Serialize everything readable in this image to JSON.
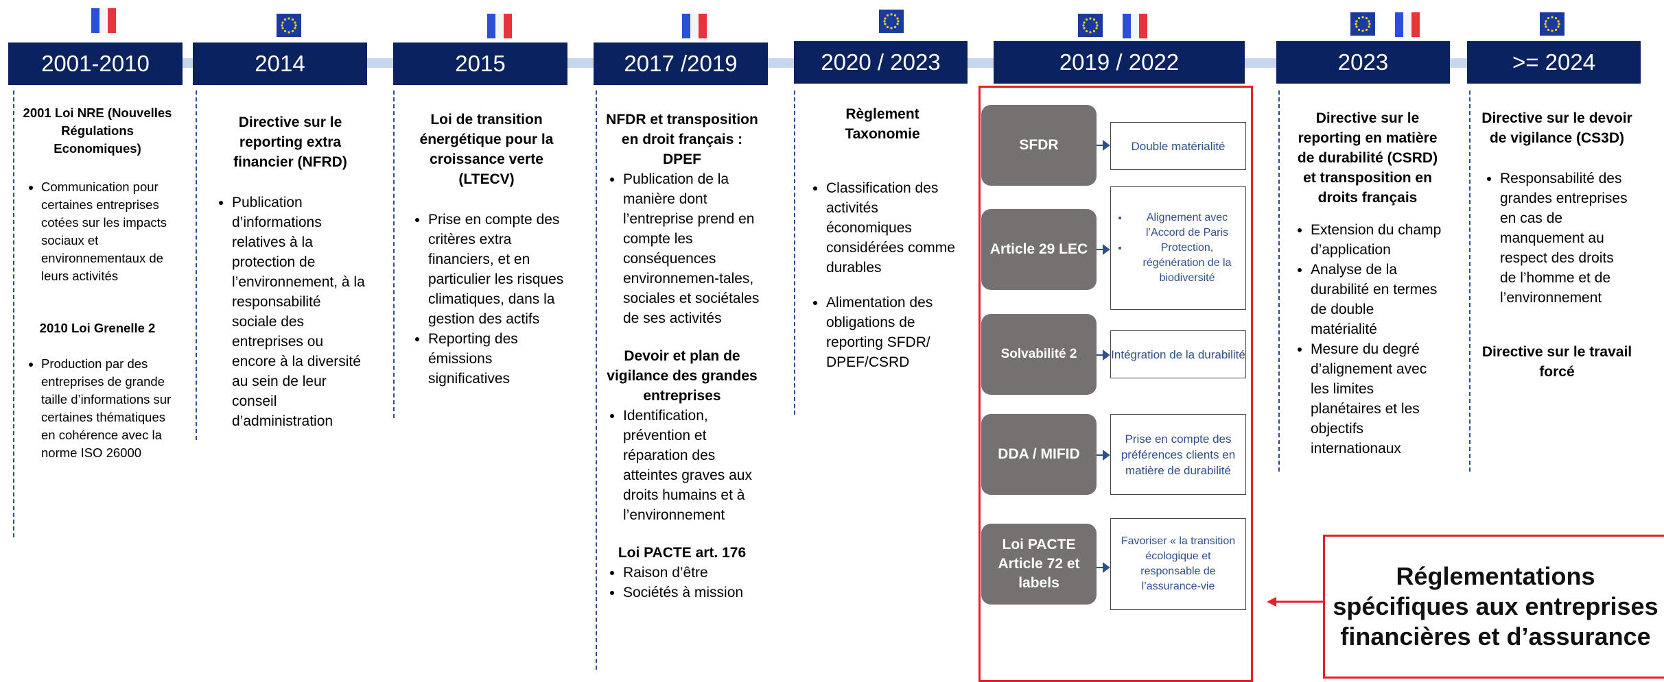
{
  "years": [
    "2001-2010",
    "2014",
    "2015",
    "2017 /2019",
    "2020 / 2023",
    "2019 / 2022",
    "2023",
    ">= 2024"
  ],
  "col1": {
    "title1": "2001 Loi NRE (Nouvelles Régulations Economiques)",
    "bullets1": [
      "Communication pour certaines entreprises cotées sur les impacts sociaux et environnementaux de leurs activités"
    ],
    "title2": "2010 Loi Grenelle 2",
    "bullets2": [
      "Production par des entreprises de grande taille d’informations sur certaines thématiques en cohérence avec la norme ISO 26000"
    ]
  },
  "col2": {
    "title": "Directive sur le reporting extra financier (NFRD)",
    "bullets": [
      "Publication d’informations relatives à la protection de l’environnement, à la responsabilité sociale des entreprises ou encore à la diversité au sein de leur conseil d’administration"
    ]
  },
  "col3": {
    "title": "Loi de transition énergétique pour la croissance verte (LTECV)",
    "bullets": [
      "Prise en compte des critères extra financiers, et en particulier les risques climatiques, dans la gestion des actifs",
      "Reporting des émissions significatives"
    ]
  },
  "col4": {
    "title1": "NFDR et transposition en droit français : DPEF",
    "bullets1": [
      "Publication de la manière dont l’entreprise prend en compte les conséquences environnemen-tales, sociales et sociétales de ses activités"
    ],
    "title2": "Devoir et plan de vigilance des grandes entreprises",
    "bullets2": [
      "Identification, prévention et réparation des atteintes graves aux droits humains et à l’environnement"
    ],
    "title3": "Loi PACTE art. 176",
    "bullets3": [
      "Raison d’être",
      "Sociétés à mission"
    ]
  },
  "col5": {
    "title": "Règlement Taxonomie",
    "bullets": [
      "Classification des activités économiques considérées comme durables",
      "Alimentation des obligations de reporting SFDR/ DPEF/CSRD"
    ]
  },
  "col6": {
    "items": [
      {
        "label": "SFDR",
        "desc": "Double matérialité"
      },
      {
        "label": "Article 29 LEC",
        "desc_bullets": [
          "Alignement avec l’Accord de Paris",
          "Protection, régénération de la biodiversité"
        ]
      },
      {
        "label": "Solvabilité 2",
        "desc": "Intégration de la durabilité"
      },
      {
        "label": "DDA / MIFID",
        "desc": "Prise en compte des préférences clients en matière de durabilité"
      },
      {
        "label": "Loi PACTE Article 72 et labels",
        "desc": "Favoriser « la transition écologique et responsable de l’assurance-vie"
      }
    ]
  },
  "col7": {
    "title": "Directive sur le reporting en matière de durabilité (CSRD) et transposition en droits français",
    "bullets": [
      "Extension du champ d’application",
      "Analyse de la durabilité en termes de double matérialité",
      "Mesure du degré d’alignement avec les limites planétaires et les objectifs internationaux"
    ]
  },
  "col8": {
    "title1": "Directive sur le devoir de vigilance (CS3D)",
    "bullets": [
      "Responsabilité des grandes entreprises en cas de manquement au respect des droits de l’homme et de l’environnement"
    ],
    "title2": "Directive sur le travail forcé"
  },
  "callout": "Réglementations spécifiques aux entreprises financières et d’assurance",
  "colors": {
    "navy": "#0b2260",
    "red": "#e4202a",
    "grey": "#757170",
    "light": "#c5d6ee"
  }
}
